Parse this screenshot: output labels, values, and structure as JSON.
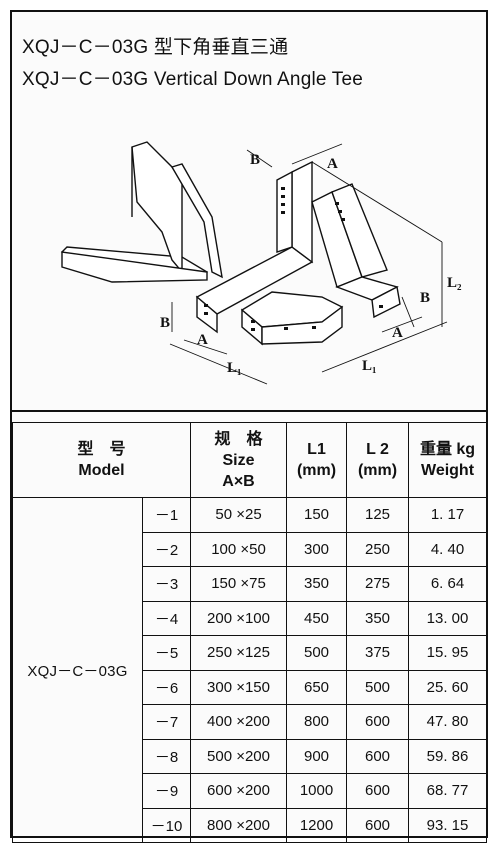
{
  "title": {
    "cn": "XQJ－C－03G 型下角垂直三通",
    "en": "XQJ－C－03G Vertical Down Angle Tee"
  },
  "drawing_labels": {
    "a": "A",
    "b": "B",
    "l1": "L₁",
    "l2": "L₂"
  },
  "table": {
    "headers": {
      "model_cn": "型　号",
      "model_en": "Model",
      "size_cn": "规　格",
      "size_en": "Size",
      "size_dim": "A×B",
      "l1": "L1",
      "l1_unit": "(mm)",
      "l2": "L 2",
      "l2_unit": "(mm)",
      "weight_cn": "重量 kg",
      "weight_en": "Weight"
    },
    "model": "XQJ－C－03G",
    "rows": [
      {
        "suffix": "－1",
        "size": "50 ×25",
        "l1": "150",
        "l2": "125",
        "weight": "1. 17"
      },
      {
        "suffix": "－2",
        "size": "100 ×50",
        "l1": "300",
        "l2": "250",
        "weight": "4. 40"
      },
      {
        "suffix": "－3",
        "size": "150 ×75",
        "l1": "350",
        "l2": "275",
        "weight": "6. 64"
      },
      {
        "suffix": "－4",
        "size": "200 ×100",
        "l1": "450",
        "l2": "350",
        "weight": "13. 00"
      },
      {
        "suffix": "－5",
        "size": "250 ×125",
        "l1": "500",
        "l2": "375",
        "weight": "15. 95"
      },
      {
        "suffix": "－6",
        "size": "300 ×150",
        "l1": "650",
        "l2": "500",
        "weight": "25. 60"
      },
      {
        "suffix": "－7",
        "size": "400 ×200",
        "l1": "800",
        "l2": "600",
        "weight": "47. 80"
      },
      {
        "suffix": "－8",
        "size": "500 ×200",
        "l1": "900",
        "l2": "600",
        "weight": "59. 86"
      },
      {
        "suffix": "－9",
        "size": "600 ×200",
        "l1": "1000",
        "l2": "600",
        "weight": "68. 77"
      },
      {
        "suffix": "－10",
        "size": "800 ×200",
        "l1": "1200",
        "l2": "600",
        "weight": "93. 15"
      }
    ]
  }
}
